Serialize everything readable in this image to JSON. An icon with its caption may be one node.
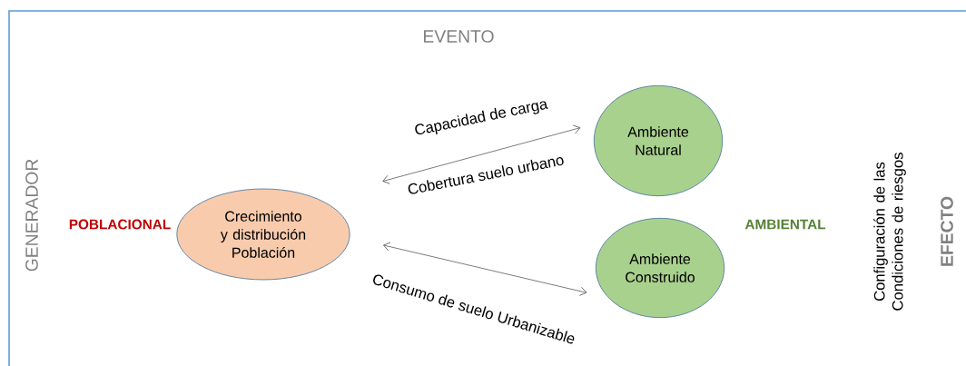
{
  "diagram": {
    "nodes": [
      {
        "text": [
          "Crecimiento y distribución Población"
        ]
      },
      {
        "text": [
          "Ambiente Natural"
        ]
      },
      {
        "text": [
          "Ambiente Construido"
        ]
      }
    ],
    "edges": [
      {
        "from": 0,
        "to": 1,
        "arrow": "both",
        "label": "Capacidad de carga"
      },
      {
        "from": 0,
        "to": 2,
        "arrow": "both",
        "label": "Consumo de suelo Urbanizable"
      }
    ],
    "labels": [
      "EVENTO",
      "GENERADOR",
      "POBLACIONAL",
      "Cobertura suelo urbano",
      "AMBIENTAL",
      "Configuración de las Condiciones de riesgos",
      "EFECTO"
    ]
  }
}
